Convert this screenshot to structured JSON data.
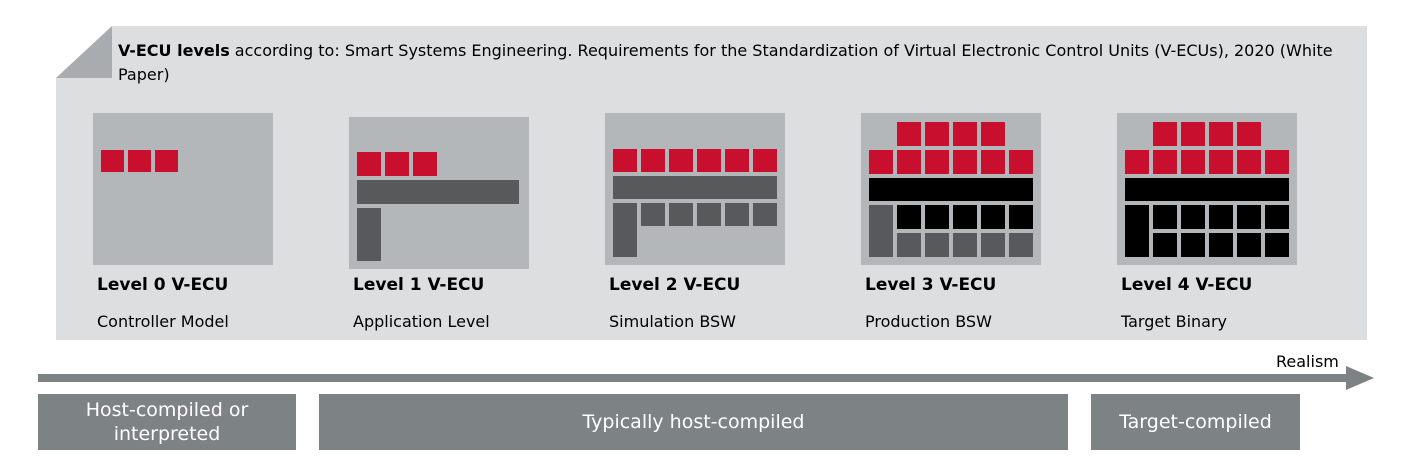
{
  "header": {
    "bold": "V-ECU levels",
    "text": " according to: Smart Systems Engineering. Requirements for the Standardization of Virtual Electronic Control Units (V-ECUs), 2020 (White Paper)"
  },
  "levels": [
    {
      "title": "Level 0 V-ECU",
      "subtitle": "Controller Model"
    },
    {
      "title": "Level 1 V-ECU",
      "subtitle": "Application Level"
    },
    {
      "title": "Level 2 V-ECU",
      "subtitle": "Simulation BSW"
    },
    {
      "title": "Level 3 V-ECU",
      "subtitle": "Production BSW"
    },
    {
      "title": "Level 4 V-ECU",
      "subtitle": "Target Binary"
    }
  ],
  "axis": {
    "label": "Realism"
  },
  "compile": {
    "host_or_interpreted": "Host-compiled or interpreted",
    "typically_host": "Typically host-compiled",
    "target": "Target-compiled"
  },
  "colors": {
    "panel": "#dcdee0",
    "box": "#b4b7ba",
    "application": "#c8102e",
    "simulation": "#58595b",
    "production": "#000000",
    "bar": "#7d8285"
  }
}
